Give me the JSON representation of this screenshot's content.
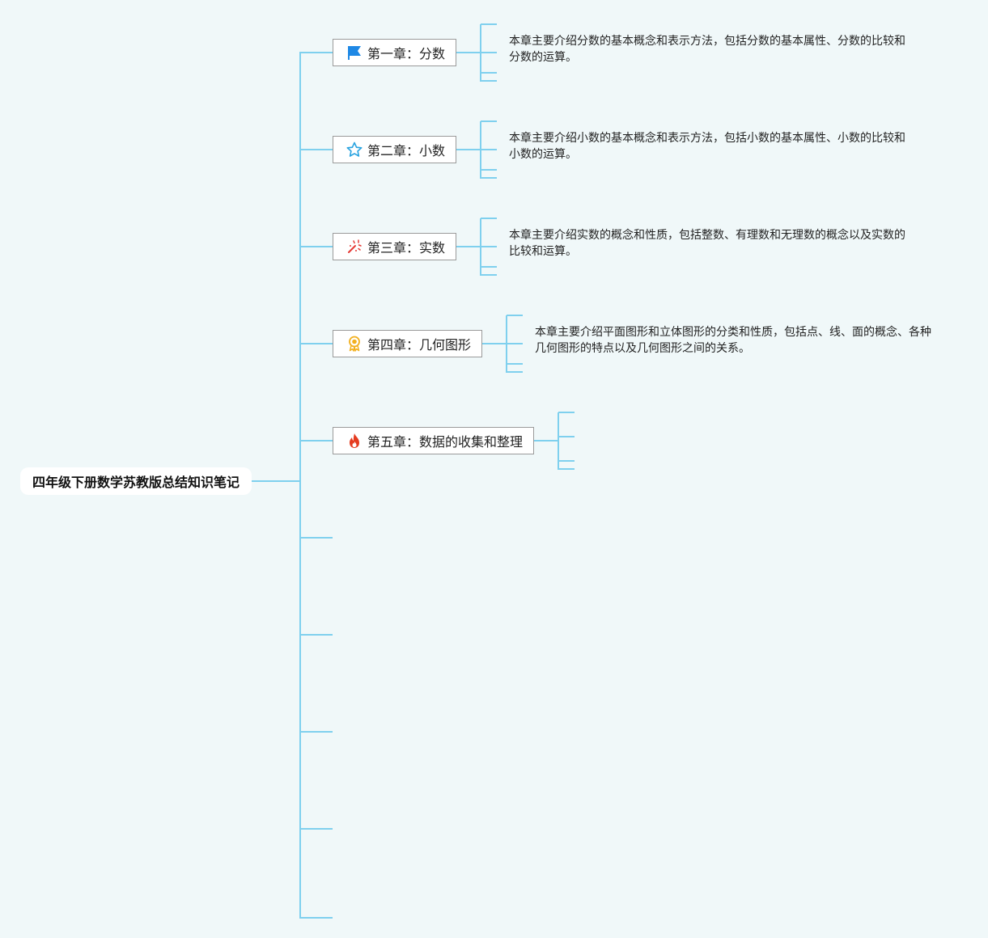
{
  "root": {
    "label": "四年级下册数学苏教版总结知识笔记"
  },
  "chapters": [
    {
      "icon": "flag-icon",
      "title": "第一章：分数",
      "description": "本章主要介绍分数的基本概念和表示方法，包括分数的基本属性、分数的比较和分数的运算。"
    },
    {
      "icon": "star-icon",
      "title": "第二章：小数",
      "description": "本章主要介绍小数的基本概念和表示方法，包括小数的基本属性、小数的比较和小数的运算。"
    },
    {
      "icon": "magic-wand-icon",
      "title": "第三章：实数",
      "description": "本章主要介绍实数的概念和性质，包括整数、有理数和无理数的概念以及实数的比较和运算。"
    },
    {
      "icon": "award-ribbon-icon",
      "title": "第四章：几何图形",
      "description": "本章主要介绍平面图形和立体图形的分类和性质，包括点、线、面的概念、各种几何图形的特点以及几何图形之间的关系。"
    },
    {
      "icon": "fire-icon",
      "title": "第五章：数据的收集和整理",
      "description": ""
    }
  ],
  "colors": {
    "background": "#f0f8f9",
    "connector": "#7fd0ee",
    "node_border": "#9a9a9a",
    "flag_icon": "#1e88e5",
    "star_icon": "#29a3e0",
    "wand_icon": "#e53935",
    "award_icon": "#f2b01e",
    "fire_icon": "#e53b1f"
  }
}
